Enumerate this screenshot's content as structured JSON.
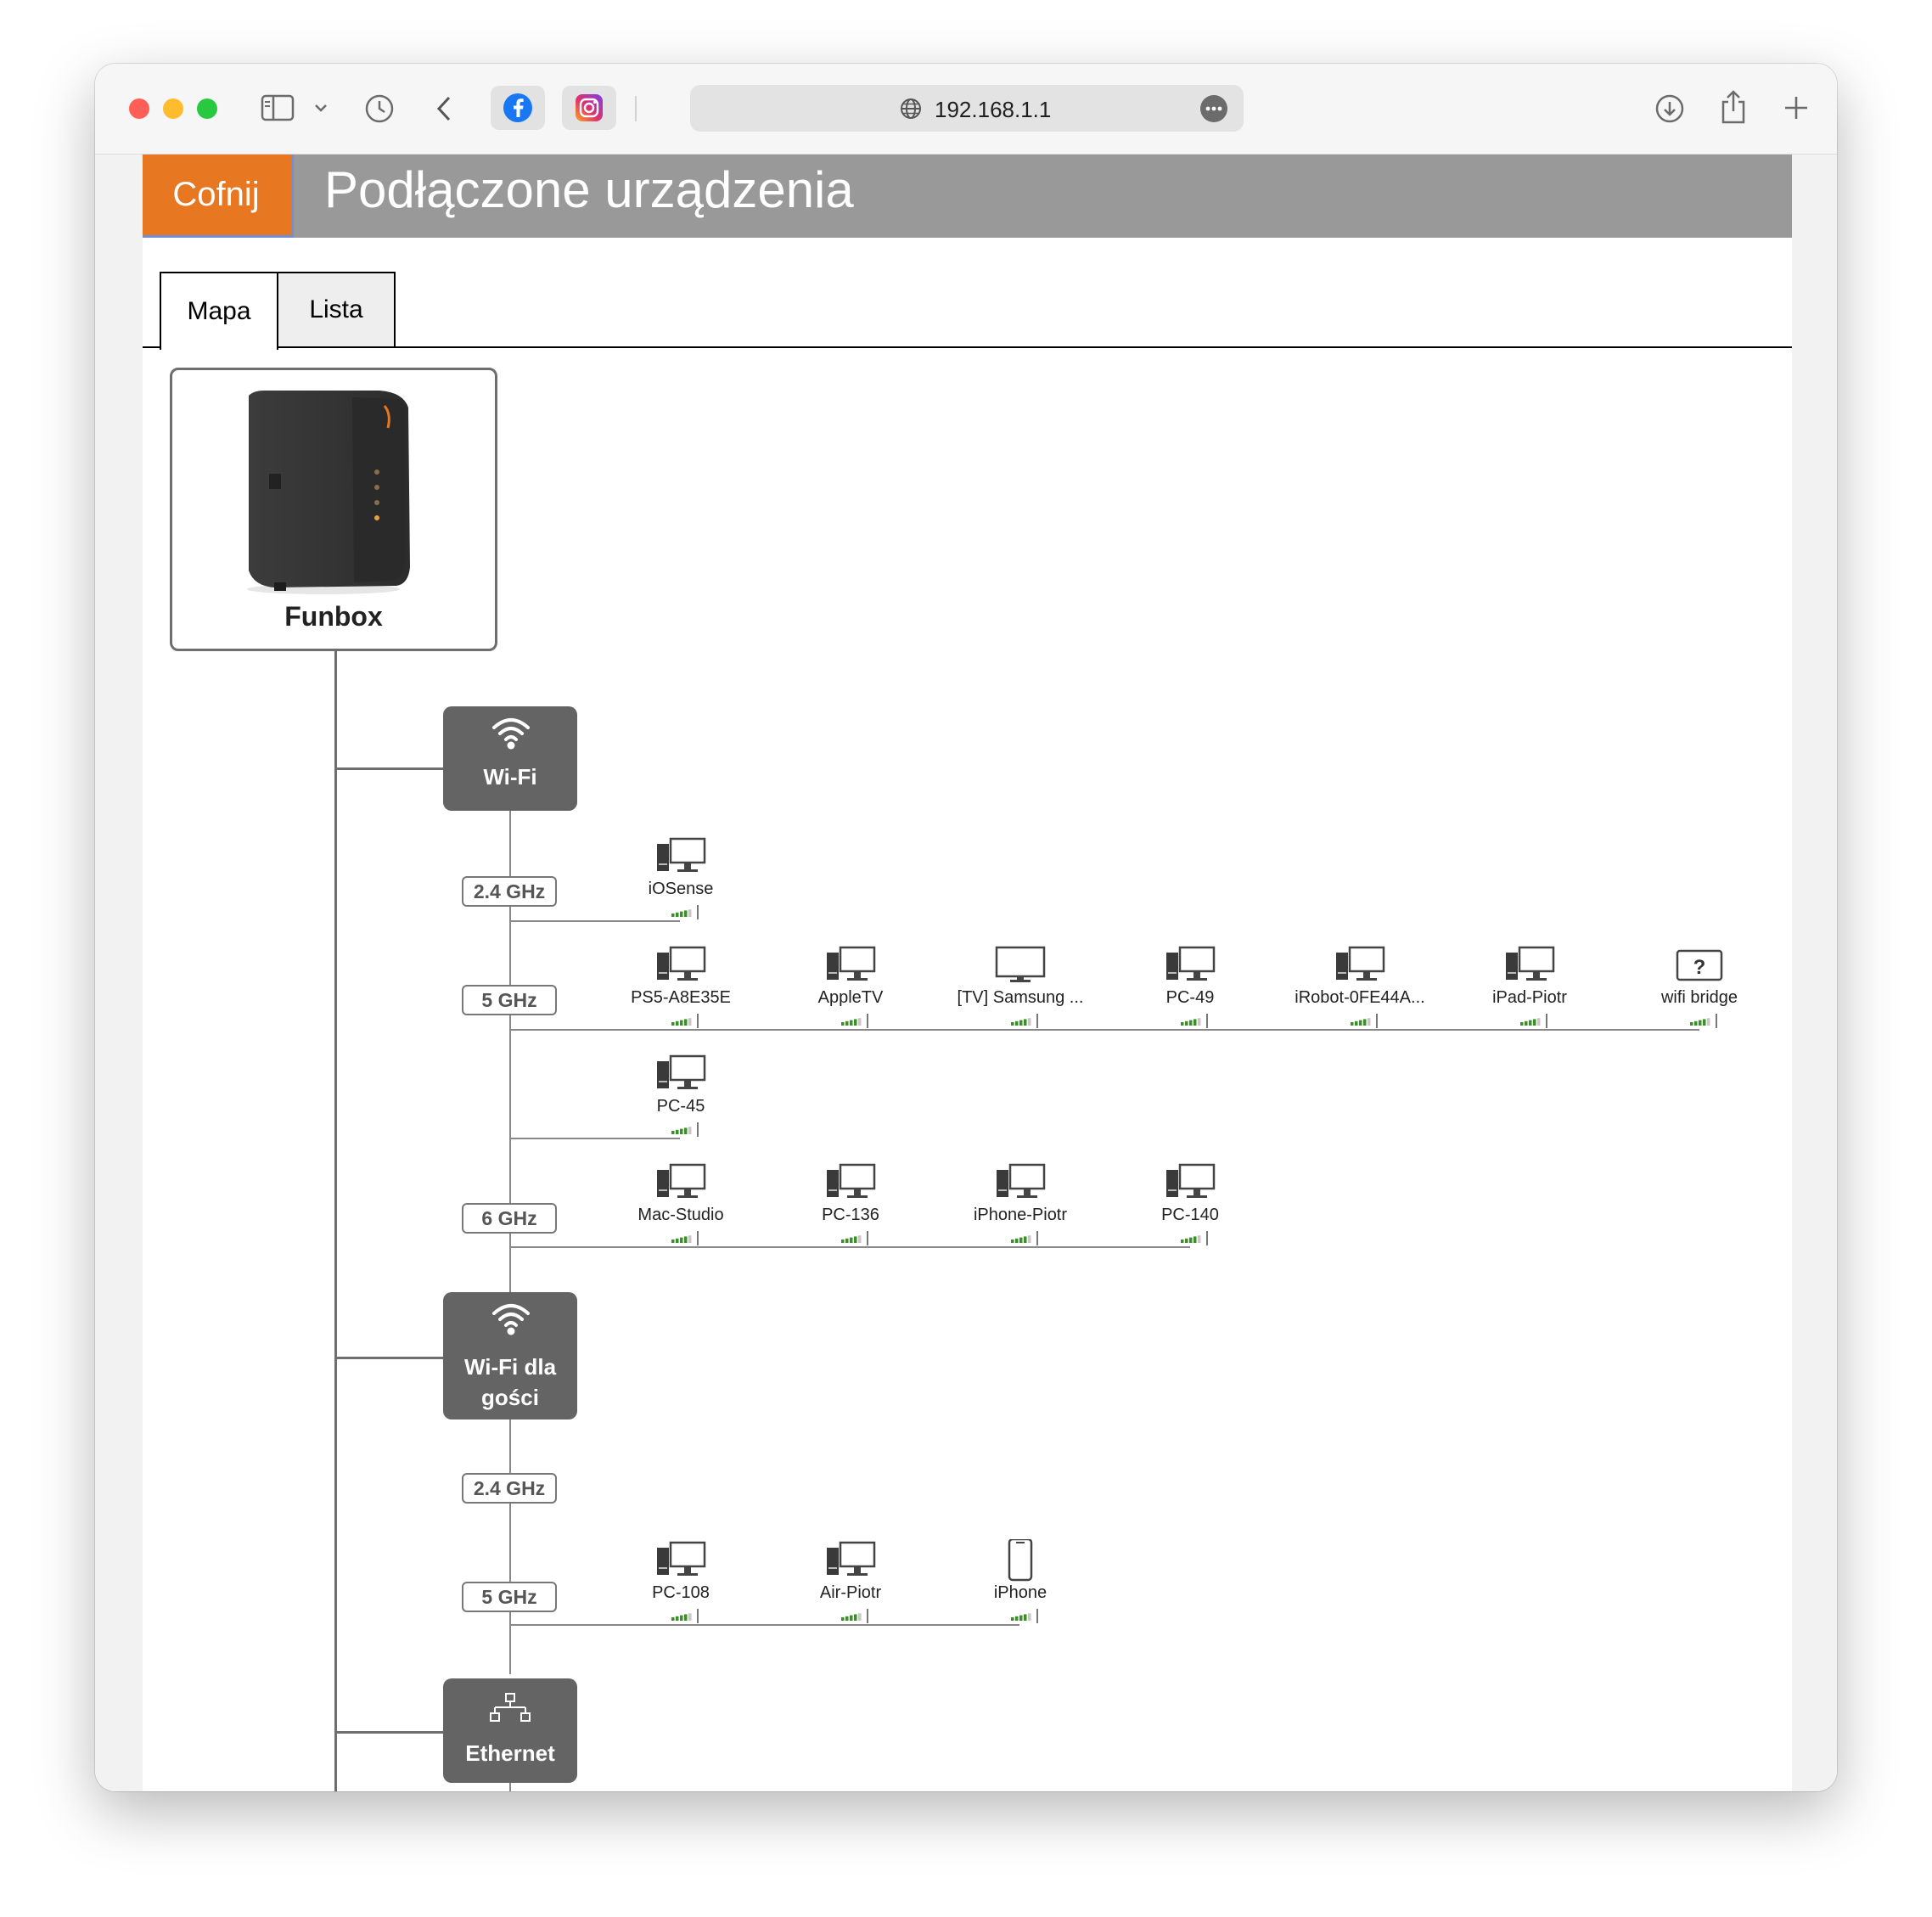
{
  "browser": {
    "address": "192.168.1.1",
    "colors": {
      "close": "#ff5f57",
      "minimize": "#febc2e",
      "zoom": "#28c840"
    },
    "icons": [
      "sidebar-icon",
      "chevron-down-icon",
      "history-icon",
      "back-arrow-icon",
      "facebook-icon",
      "instagram-icon",
      "globe-icon",
      "more-icon",
      "download-icon",
      "share-icon",
      "plus-icon"
    ]
  },
  "header": {
    "back_label": "Cofnij",
    "title": "Podłączone urządzenia",
    "colors": {
      "back": "#e87722",
      "bar": "#999999"
    }
  },
  "tabs": [
    {
      "label": "Mapa",
      "active": true
    },
    {
      "label": "Lista",
      "active": false
    }
  ],
  "router": {
    "name": "Funbox"
  },
  "networks": {
    "wifi": {
      "label": "Wi-Fi",
      "bands": {
        "b24": {
          "label": "2.4 GHz",
          "devices": [
            {
              "name": "iOSense",
              "icon": "computer-icon"
            }
          ]
        },
        "b5": {
          "label": "5 GHz",
          "devices": [
            {
              "name": "PS5-A8E35E",
              "icon": "computer-icon"
            },
            {
              "name": "AppleTV",
              "icon": "computer-icon"
            },
            {
              "name": "[TV] Samsung ...",
              "icon": "tv-icon"
            },
            {
              "name": "PC-49",
              "icon": "computer-icon"
            },
            {
              "name": "iRobot-0FE44A...",
              "icon": "computer-icon"
            },
            {
              "name": "iPad-Piotr",
              "icon": "computer-icon"
            },
            {
              "name": "wifi bridge",
              "icon": "unknown-device-icon",
              "glyph": "?"
            },
            {
              "name": "PC-45",
              "icon": "computer-icon"
            }
          ]
        },
        "b6": {
          "label": "6 GHz",
          "devices": [
            {
              "name": "Mac-Studio",
              "icon": "computer-icon"
            },
            {
              "name": "PC-136",
              "icon": "computer-icon"
            },
            {
              "name": "iPhone-Piotr",
              "icon": "computer-icon"
            },
            {
              "name": "PC-140",
              "icon": "computer-icon"
            }
          ]
        }
      }
    },
    "guest": {
      "label_line1": "Wi-Fi dla",
      "label_line2": "gości",
      "bands": {
        "b24": {
          "label": "2.4 GHz",
          "devices": []
        },
        "b5": {
          "label": "5 GHz",
          "devices": [
            {
              "name": "PC-108",
              "icon": "computer-icon"
            },
            {
              "name": "Air-Piotr",
              "icon": "computer-icon"
            },
            {
              "name": "iPhone",
              "icon": "phone-icon"
            }
          ]
        }
      }
    },
    "ethernet": {
      "label": "Ethernet"
    }
  },
  "signal": {
    "level": 4,
    "max": 5,
    "color": "#3a8f2a"
  }
}
